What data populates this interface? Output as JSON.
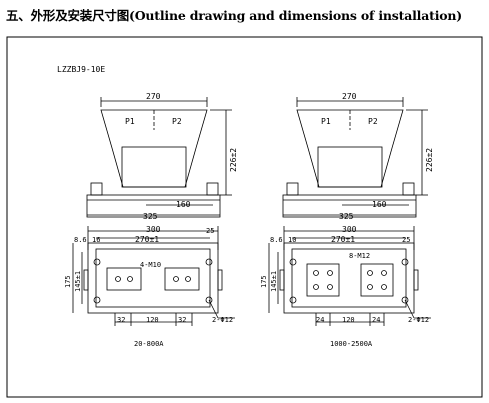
{
  "heading": "五、外形及安装尺寸图(Outline drawing and dimensions of installation)",
  "model": "LZZBJ9-10E",
  "views": [
    {
      "front": {
        "width": "270",
        "p1": "P1",
        "p2": "P2",
        "height": "226±2",
        "base_width": "325",
        "base_depth": "160"
      },
      "plan": {
        "overall": "300",
        "hole_span": "270±1",
        "left_off": "8.6",
        "left_small": "16",
        "right_off": "25",
        "height_a": "175",
        "height_b": "145±1",
        "hole_label": "4-M10",
        "mount_hole": "2-Φ12",
        "dim_left": "32",
        "dim_mid": "120",
        "dim_right": "32",
        "range": "20-800A"
      }
    },
    {
      "front": {
        "width": "270",
        "p1": "P1",
        "p2": "P2",
        "height": "226±2",
        "base_width": "325",
        "base_depth": "160"
      },
      "plan": {
        "overall": "300",
        "hole_span": "270±1",
        "left_off": "8.6",
        "left_small": "10",
        "right_off": "25",
        "height_a": "175",
        "height_b": "145±1",
        "hole_label": "8-M12",
        "mount_hole": "2-Φ12",
        "dim_left": "24",
        "dim_mid": "120",
        "dim_right": "24",
        "range": "1000-2500A"
      }
    }
  ]
}
